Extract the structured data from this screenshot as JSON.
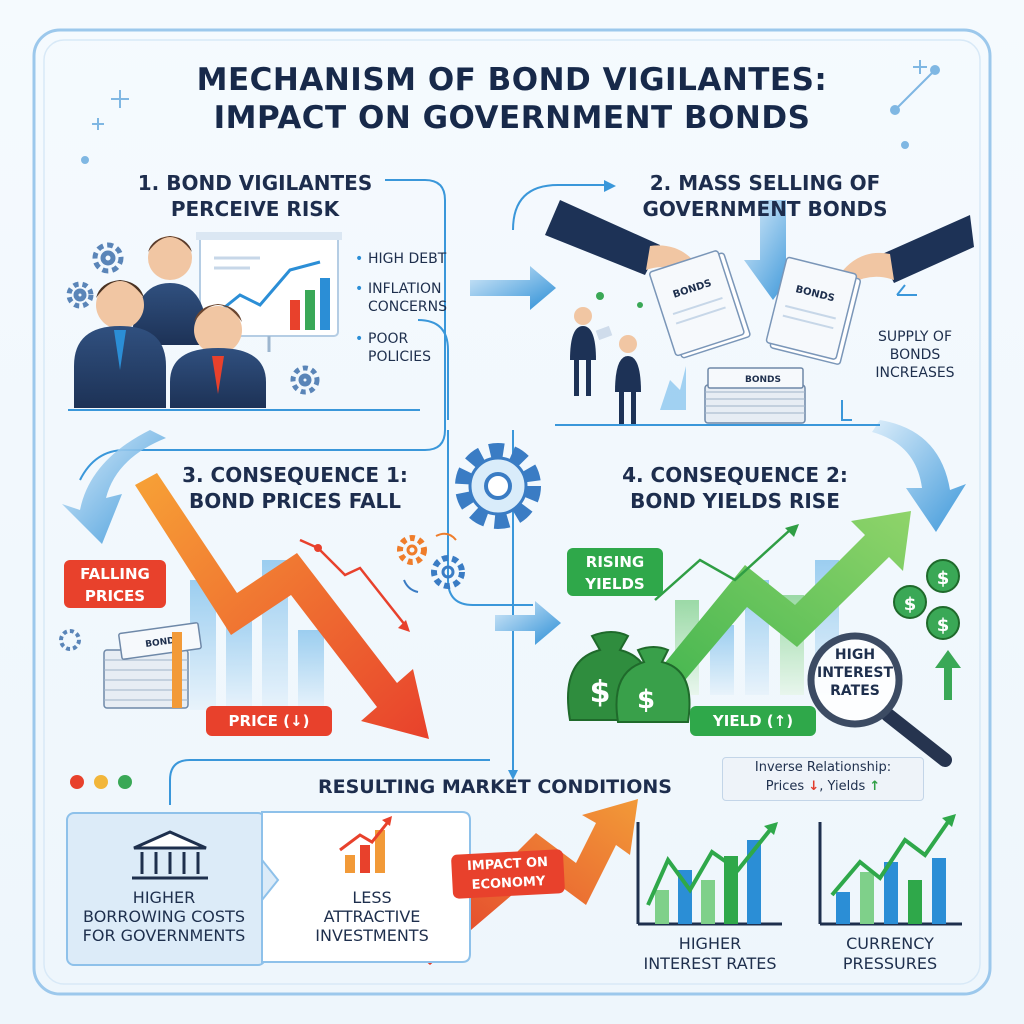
{
  "title": {
    "line1": "MECHANISM OF BOND VIGILANTES:",
    "line2": "IMPACT ON GOVERNMENT BONDS"
  },
  "step1": {
    "heading1": "1. BOND VIGILANTES",
    "heading2": "PERCEIVE RISK",
    "bullets": [
      "HIGH DEBT",
      "INFLATION",
      "CONCERNS",
      "POOR",
      "POLICIES"
    ]
  },
  "step2": {
    "heading1": "2. MASS SELLING OF",
    "heading2": "GOVERNMENT BONDS",
    "side1": "SUPPLY OF",
    "side2": "BONDS",
    "side3": "INCREASES"
  },
  "step3": {
    "heading1": "3. CONSEQUENCE 1:",
    "heading2": "BOND PRICES FALL",
    "badge1": "FALLING",
    "badge2": "PRICES",
    "price": "PRICE (↓)"
  },
  "step4": {
    "heading1": "4. CONSEQUENCE 2:",
    "heading2": "BOND YIELDS RISE",
    "badge1": "RISING",
    "badge2": "YIELDS",
    "yield": "YIELD (↑)",
    "magnifier1": "HIGH",
    "magnifier2": "INTEREST",
    "magnifier3": "RATES"
  },
  "inverse": {
    "title": "Inverse Relationship:",
    "prices": "Prices",
    "down_glyph": "↓",
    "yields": "Yields",
    "up_glyph": "↑"
  },
  "bottom": {
    "heading": "RESULTING MARKET CONDITIONS",
    "borrowing1": "HIGHER",
    "borrowing2": "BORROWING COSTS",
    "borrowing3": "FOR GOVERNMENTS",
    "less1": "LESS",
    "less2": "ATTRACTIVE",
    "less3": "INVESTMENTS",
    "impact1": "IMPACT ON",
    "impact2": "ECONOMY",
    "rates1": "HIGHER",
    "rates2": "INTEREST RATES",
    "currency1": "CURRENCY",
    "currency2": "PRESSURES"
  },
  "colors": {
    "accent_blue": "#2b8ed6",
    "falling_red": "#e8412c",
    "rising_green": "#2fa84a",
    "title_navy": "#17294a"
  }
}
